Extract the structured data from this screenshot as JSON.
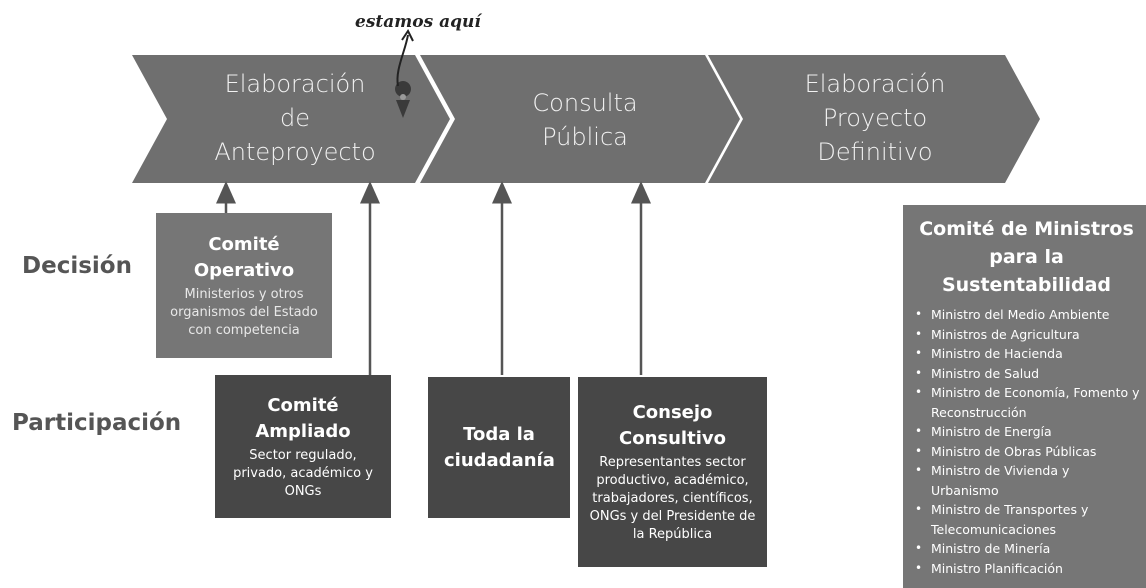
{
  "annotation": {
    "text": "estamos aquí"
  },
  "stages": [
    {
      "lines": [
        "Elaboración",
        "de",
        "Anteproyecto"
      ]
    },
    {
      "lines": [
        "Consulta",
        "Pública"
      ]
    },
    {
      "lines": [
        "Elaboración",
        "Proyecto",
        "Definitivo"
      ]
    }
  ],
  "rows": {
    "decision": "Decisión",
    "participation": "Participación"
  },
  "boxes": {
    "operativo": {
      "title": "Comité Operativo",
      "body": "Ministerios y otros organismos del Estado con competencia"
    },
    "ampliado": {
      "title": "Comité Ampliado",
      "body": "Sector regulado, privado, académico y ONGs"
    },
    "ciudadania": {
      "title": "Toda la ciudadanía"
    },
    "consejo": {
      "title": "Consejo Consultivo",
      "body": "Representantes sector productivo, académico, trabajadores, científicos, ONGs y del Presidente de la República"
    },
    "ministros": {
      "title": "Comité de Ministros para la Sustentabilidad",
      "items": [
        "Ministro del Medio Ambiente",
        "Ministros de Agricultura",
        "Ministro de Hacienda",
        "Ministro de Salud",
        "Ministro de Economía, Fomento y Reconstrucción",
        "Ministro de Energía",
        "Ministro de Obras Públicas",
        "Ministro de Vivienda y Urbanismo",
        "Ministro de Transportes y Telecomunicaciones",
        "Ministro de Minería",
        "Ministro Planificación"
      ]
    }
  },
  "colors": {
    "arrow": "#6f6f6f",
    "box_light": "#767676",
    "box_dark": "#474747",
    "row_label": "#555555"
  }
}
